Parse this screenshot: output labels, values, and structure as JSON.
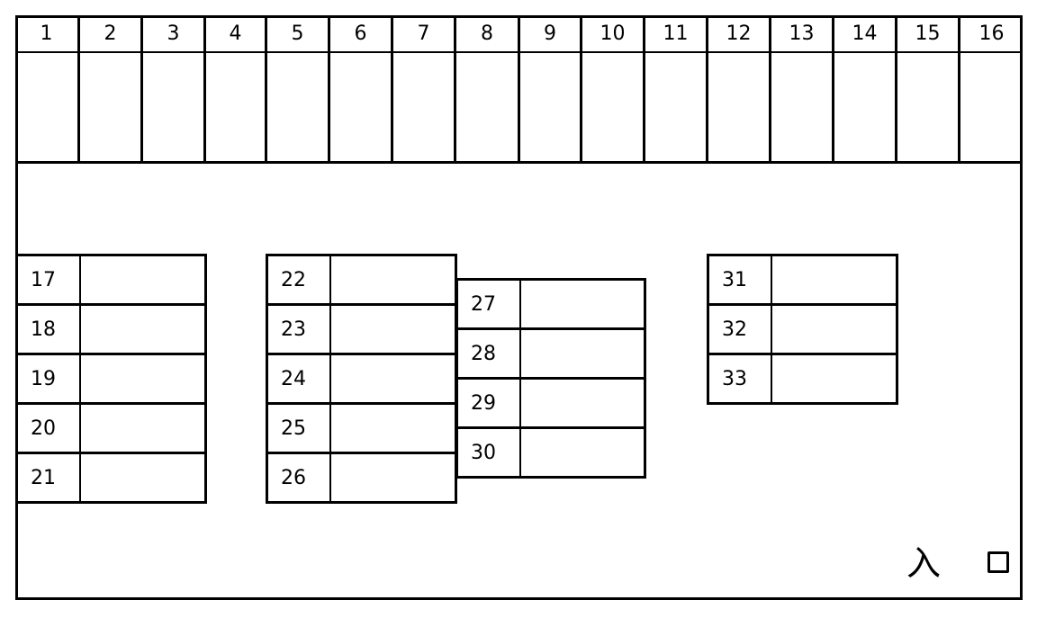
{
  "top_stalls": [
    "1",
    "2",
    "3",
    "4",
    "5",
    "6",
    "7",
    "8",
    "9",
    "10",
    "11",
    "12",
    "13",
    "14",
    "15",
    "16"
  ],
  "group_a": [
    "17",
    "18",
    "19",
    "20",
    "21"
  ],
  "group_b": [
    "22",
    "23",
    "24",
    "25",
    "26"
  ],
  "group_c": [
    "27",
    "28",
    "29",
    "30"
  ],
  "group_d": [
    "31",
    "32",
    "33"
  ],
  "entrance_label": "入",
  "entrance_icon": "square-outline-icon"
}
